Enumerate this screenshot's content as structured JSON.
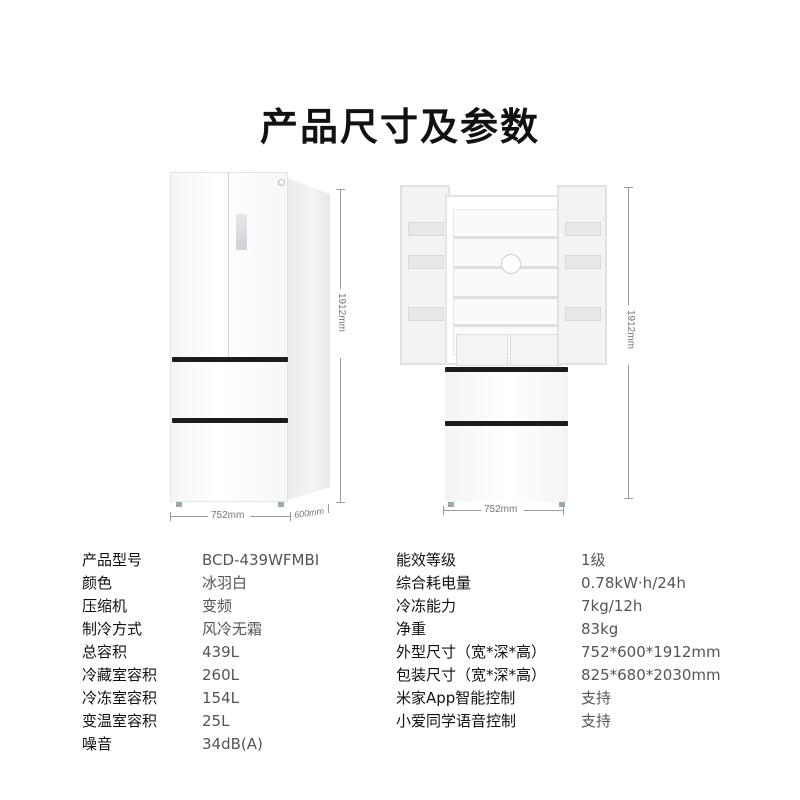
{
  "title": "产品尺寸及参数",
  "diagram": {
    "fridge_closed": {
      "height_label": "1912mm",
      "width_label": "752mm",
      "depth_label": "600mm"
    },
    "fridge_open": {
      "height_label": "1912mm",
      "width_label": "752mm"
    },
    "line_color": "#9b9b9b"
  },
  "specs_left": [
    {
      "label": "产品型号",
      "value": "BCD-439WFMBI"
    },
    {
      "label": "颜色",
      "value": "冰羽白"
    },
    {
      "label": "压缩机",
      "value": "变频"
    },
    {
      "label": "制冷方式",
      "value": "风冷无霜"
    },
    {
      "label": "总容积",
      "value": "439L"
    },
    {
      "label": "冷藏室容积",
      "value": "260L"
    },
    {
      "label": "冷冻室容积",
      "value": "154L"
    },
    {
      "label": "变温室容积",
      "value": "25L"
    },
    {
      "label": "噪音",
      "value": "34dB(A)"
    }
  ],
  "specs_right": [
    {
      "label": "能效等级",
      "value": "1级"
    },
    {
      "label": "综合耗电量",
      "value": "0.78kW·h/24h"
    },
    {
      "label": "冷冻能力",
      "value": "7kg/12h"
    },
    {
      "label": "净重",
      "value": "83kg"
    },
    {
      "label": "外型尺寸（宽*深*高）",
      "value": "752*600*1912mm"
    },
    {
      "label": "包装尺寸（宽*深*高）",
      "value": "825*680*2030mm"
    },
    {
      "label": "米家App智能控制",
      "value": "支持"
    },
    {
      "label": "小爱同学语音控制",
      "value": "支持"
    }
  ]
}
